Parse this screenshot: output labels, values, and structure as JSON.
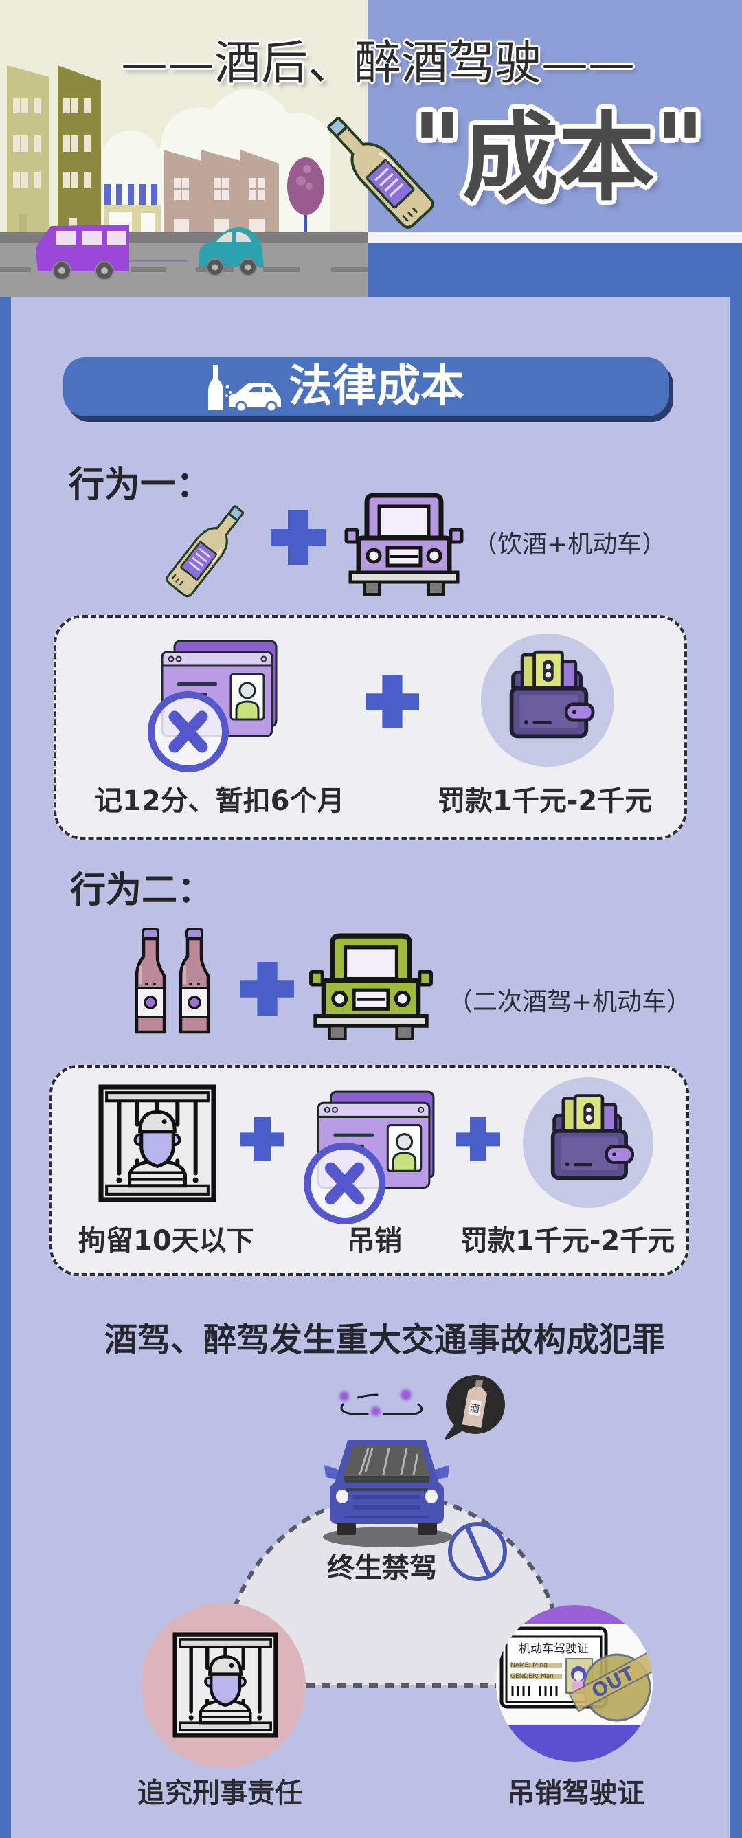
{
  "header": {
    "title_dash_left": "——",
    "title": "酒后、醉酒驾驶",
    "title_dash_right": "——",
    "subtitle_quote_open": "\"",
    "subtitle": "成本",
    "subtitle_quote_close": "\"",
    "scene_icons": [
      "building-icon",
      "shop-awning-icon",
      "factory-icon",
      "tree-icon",
      "purple-van-icon",
      "teal-car-icon",
      "wine-bottle-icon"
    ]
  },
  "section": {
    "icon": "drunk-driving-crash-icon",
    "title": "法律成本"
  },
  "behavior_1": {
    "label": "行为一：",
    "formula": {
      "icons": [
        "wine-bottle-icon",
        "plus-icon",
        "purple-car-icon"
      ],
      "note": "（饮酒+机动车）"
    },
    "penalties": [
      {
        "icon": "license-cancel-icon",
        "text": "记12分、暂扣6个月"
      },
      {
        "icon": "wallet-icon",
        "text": "罚款1千元-2千元"
      }
    ]
  },
  "behavior_2": {
    "label": "行为二：",
    "formula": {
      "icons": [
        "two-bottles-icon",
        "plus-icon",
        "green-car-icon"
      ],
      "note": "（二次酒驾+机动车）"
    },
    "penalties": [
      {
        "icon": "jail-icon",
        "text": "拘留10天以下"
      },
      {
        "icon": "license-cancel-icon",
        "text": "吊销"
      },
      {
        "icon": "wallet-icon",
        "text": "罚款1千元-2千元"
      }
    ]
  },
  "crime": {
    "heading": "酒驾、醉驾发生重大交通事故构成犯罪",
    "bubble_bottle_label": "酒",
    "center": {
      "icon": "prohibited-icon",
      "label": "终生禁驾"
    },
    "left": {
      "icon": "jail-icon",
      "label": "追究刑事责任"
    },
    "right": {
      "icon": "revoked-license-icon",
      "label": "吊销驾驶证",
      "card": {
        "title": "机动车驾驶证",
        "name_line": "NAME: Ming",
        "gender_line": "GENDER: Man",
        "stamp": "OUT"
      }
    }
  },
  "colors": {
    "frame_blue": "#4a6fbd",
    "panel": "#bcc0e4",
    "pill_blue": "#4a72be",
    "plus_blue": "#4a5ec9",
    "header_cream": "#eceedb",
    "header_blue": "#8e9fd8",
    "text_dark": "#26262a"
  }
}
